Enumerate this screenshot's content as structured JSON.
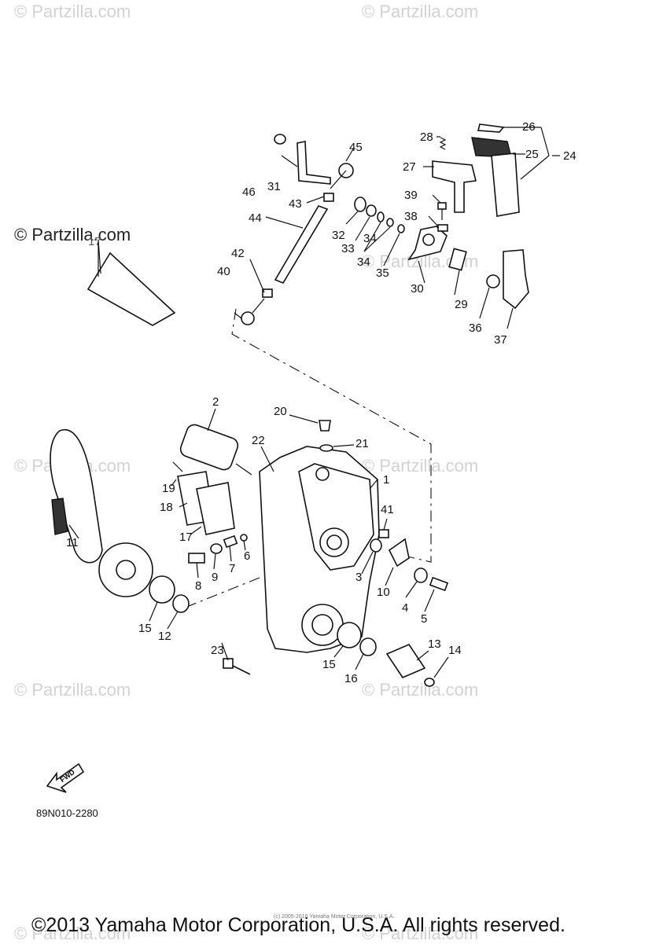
{
  "watermarks": {
    "faint": "© Partzilla.com",
    "dark": "© Partzilla.com"
  },
  "callouts": [
    "1",
    "2",
    "3",
    "4",
    "5",
    "6",
    "7",
    "8",
    "9",
    "10",
    "11",
    "12",
    "13",
    "14",
    "15",
    "15",
    "16",
    "17",
    "17",
    "18",
    "19",
    "20",
    "21",
    "22",
    "23",
    "24",
    "25",
    "26",
    "27",
    "28",
    "29",
    "30",
    "31",
    "32",
    "33",
    "34",
    "34",
    "35",
    "36",
    "37",
    "38",
    "39",
    "40",
    "41",
    "42",
    "43",
    "44",
    "45",
    "46"
  ],
  "diagram_code": "89N010-2280",
  "label_text": "FWD",
  "small_notice": "(c) 2005-2016 Yamaha Motor Corporation, U.S.A.",
  "copyright": "©2013 Yamaha Motor Corporation, U.S.A. All rights reserved."
}
